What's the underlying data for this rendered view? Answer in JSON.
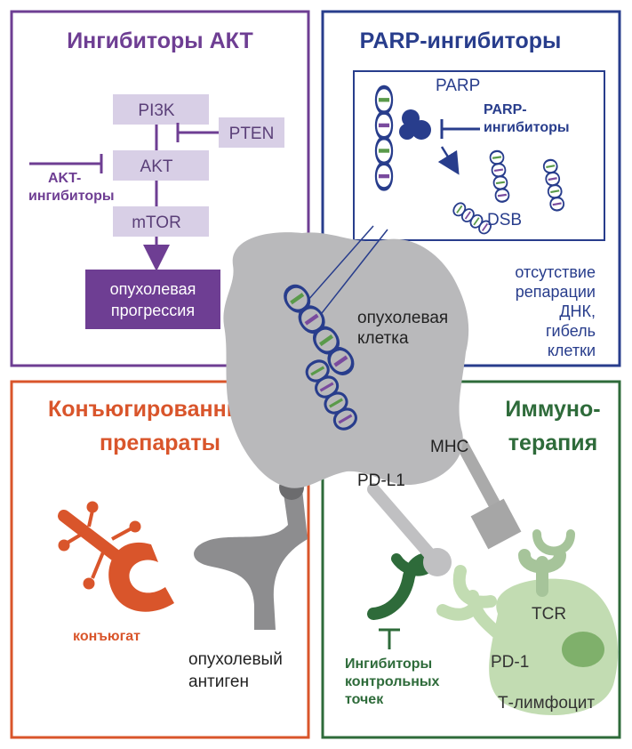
{
  "colors": {
    "akt": "#6e3e93",
    "parp": "#283d8c",
    "conj": "#d9552b",
    "immuno": "#2e6b3a",
    "cell": "#b9b9bb",
    "node": "#d8cfe6",
    "lightGreen": "#c2dcb2"
  },
  "akt": {
    "title": "Ингибиторы АКТ",
    "pi3k": "PI3K",
    "pten": "PTEN",
    "akt": "AKT",
    "mtor": "mTOR",
    "inhibitor_line1": "AKT-",
    "inhibitor_line2": "ингибиторы",
    "progression_line1": "опухолевая",
    "progression_line2": "прогрессия"
  },
  "parp": {
    "title": "PARP-ингибиторы",
    "parp_label": "PARP",
    "inhibitor_line1": "PARP-",
    "inhibitor_line2": "ингибиторы",
    "dsb": "DSB",
    "result_line1": "отсутствие",
    "result_line2": "репарации",
    "result_line3": "ДНК,",
    "result_line4": "гибель",
    "result_line5": "клетки"
  },
  "conjugate": {
    "title_line1": "Конъюгированные",
    "title_line2": "препараты",
    "label": "конъюгат"
  },
  "immuno": {
    "title_line1": "Иммуно-",
    "title_line2": "терапия",
    "checkpoint_line1": "Ингибиторы",
    "checkpoint_line2": "контрольных",
    "checkpoint_line3": "точек",
    "tcr": "TCR",
    "pd1": "PD-1",
    "tcell": "Т-лимфоцит"
  },
  "cell": {
    "label_line1": "опухолевая",
    "label_line2": "клетка",
    "mhc": "MHC",
    "pdl1": "PD-L1",
    "antigen_line1": "опухолевый",
    "antigen_line2": "антиген"
  }
}
